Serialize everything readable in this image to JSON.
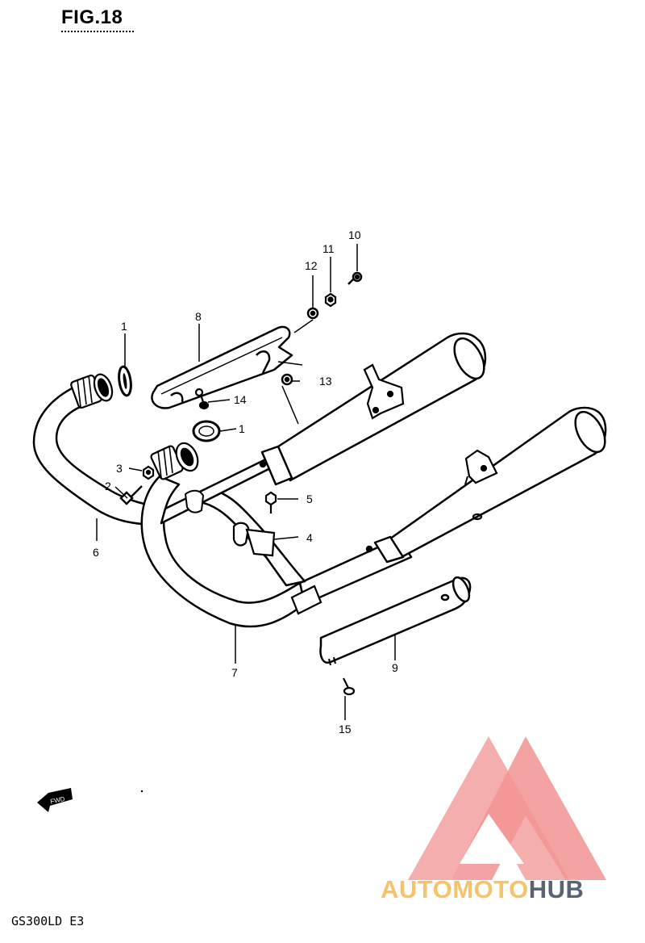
{
  "figure": {
    "title": "FIG.18",
    "model_code": "GS300LD  E3",
    "fwd_label": "FWD"
  },
  "callouts": [
    {
      "id": "callout-1-upper",
      "label": "1"
    },
    {
      "id": "callout-1-lower",
      "label": "1"
    },
    {
      "id": "callout-2",
      "label": "2"
    },
    {
      "id": "callout-3",
      "label": "3"
    },
    {
      "id": "callout-4",
      "label": "4"
    },
    {
      "id": "callout-5",
      "label": "5"
    },
    {
      "id": "callout-6",
      "label": "6"
    },
    {
      "id": "callout-7",
      "label": "7"
    },
    {
      "id": "callout-8",
      "label": "8"
    },
    {
      "id": "callout-9",
      "label": "9"
    },
    {
      "id": "callout-10",
      "label": "10"
    },
    {
      "id": "callout-11",
      "label": "11"
    },
    {
      "id": "callout-12",
      "label": "12"
    },
    {
      "id": "callout-13",
      "label": "13"
    },
    {
      "id": "callout-14",
      "label": "14"
    },
    {
      "id": "callout-15",
      "label": "15"
    }
  ],
  "watermark": {
    "part1": "AUTOMOTO",
    "part2": "HUB",
    "color_primary": "#f08080",
    "color_accent": "#f6c26b",
    "color_dark": "#5a6470"
  }
}
